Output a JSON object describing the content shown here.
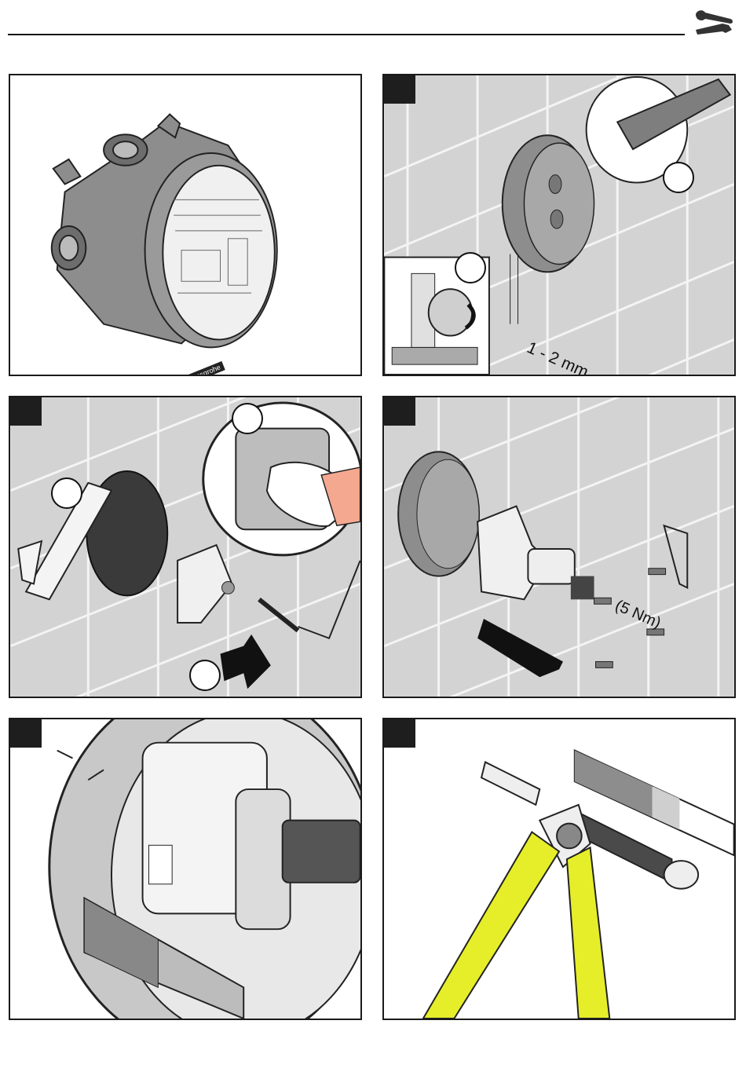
{
  "header": {
    "icon": "wrench-screwdriver-icon"
  },
  "panels": [
    {
      "id": "product",
      "brand_label": "hansgrohe"
    },
    {
      "id": "step-1",
      "gap_label": "1 - 2 mm"
    },
    {
      "id": "step-2"
    },
    {
      "id": "step-3",
      "torque_label": "(5 Nm)"
    },
    {
      "id": "step-4"
    },
    {
      "id": "step-5"
    }
  ],
  "colors": {
    "tile": "#d3d3d3",
    "grout": "#f4f4f4",
    "step_box": "#1e1e1e",
    "pliers": "#e6ee2a",
    "part_gray": "#8a8a8a"
  }
}
